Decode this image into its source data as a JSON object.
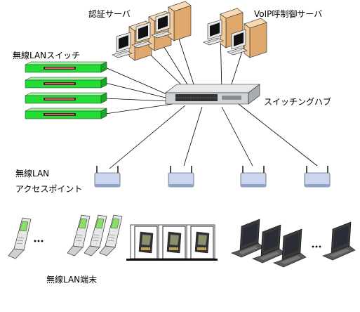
{
  "labels": {
    "auth_server": "認証サーバ",
    "voip_server": "VoIP呼制御サーバ",
    "wlan_switch": "無線LANスイッチ",
    "switching_hub": "スイッチングハブ",
    "access_point_line1": "無線LAN",
    "access_point_line2": "アクセスポイント",
    "terminals": "無線LAN端末",
    "ellipsis": "..."
  },
  "counts": {
    "auth_servers": 3,
    "voip_servers": 2,
    "wlan_switches": 4,
    "access_points": 4,
    "phones": 4,
    "pdas": 3,
    "laptops": 4
  },
  "colors": {
    "switch_green": "#22dd33",
    "server_tan": "#f2c99b",
    "hub_gray": "#cfd2d6",
    "ap_blue": "#c9d6ee",
    "phone_screen": "#88e060",
    "laptop_dark": "#404040"
  }
}
